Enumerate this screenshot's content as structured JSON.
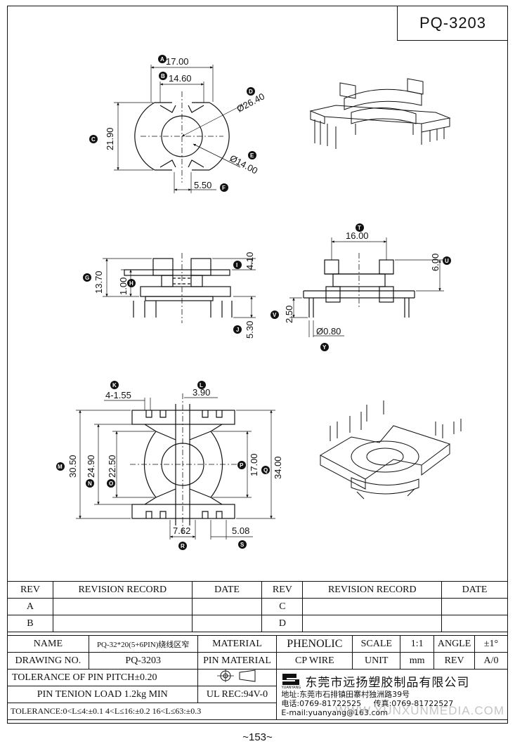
{
  "part_number": "PQ-3203",
  "dimensions": {
    "A": "17.00",
    "B": "14.60",
    "C": "21.90",
    "D": "Ø26.40",
    "E": "Ø14.00",
    "F": "5.50",
    "G": "13.70",
    "H": "1.00",
    "I": "4.10",
    "J": "5.30",
    "T": "16.00",
    "U": "6.00",
    "V": "2.50",
    "Y": "Ø0.80",
    "K": "4-1.55",
    "L": "3.90",
    "M": "30.50",
    "N": "24.90",
    "O": "22.50",
    "P": "17.00",
    "Q": "34.00",
    "R": "7.62",
    "S": "5.08"
  },
  "revision_table": {
    "headers": [
      "REV",
      "REVISION RECORD",
      "DATE",
      "REV",
      "REVISION RECORD",
      "DATE"
    ],
    "rows": [
      [
        "A",
        "",
        "",
        "C",
        "",
        ""
      ],
      [
        "B",
        "",
        "",
        "D",
        "",
        ""
      ]
    ]
  },
  "title_block": {
    "name_label": "NAME",
    "name_value": "PQ-32*20(5+6PIN)绕线区窄",
    "material_label": "MATERIAL",
    "material_value": "PHENOLIC",
    "scale_label": "SCALE",
    "scale_value": "1:1",
    "angle_label": "ANGLE",
    "angle_value": "±1°",
    "drawing_no_label": "DRAWING NO.",
    "drawing_no_value": "PQ-3203",
    "pin_material_label": "PIN MATERIAL",
    "pin_material_value": "CP WIRE",
    "unit_label": "UNIT",
    "unit_value": "mm",
    "rev_label": "REV",
    "rev_value": "A/0",
    "tolerance_pitch": "TOLERANCE OF PIN PITCH±0.20",
    "pin_tension": "PIN TENION LOAD 1.2kg MIN",
    "ul_rec": "UL REC:94V-0",
    "tolerance": "TOLERANCE:0<L≤4:±0.1  4<L≤16:±0.2  16<L≤63:±0.3",
    "company_name": "东莞市远扬塑胶制品有限公司",
    "company_logo_text": "YUANYANG",
    "address": "地址:东莞市石排镇田寨村独洲路39号",
    "phone": "电话:0769-81722525",
    "fax": "传真:0769-81722527",
    "email": "E-mail:yuanyang@163.com"
  },
  "watermark": "WWW.YUNXUNMEDIA.COM",
  "page_number": "~153~"
}
